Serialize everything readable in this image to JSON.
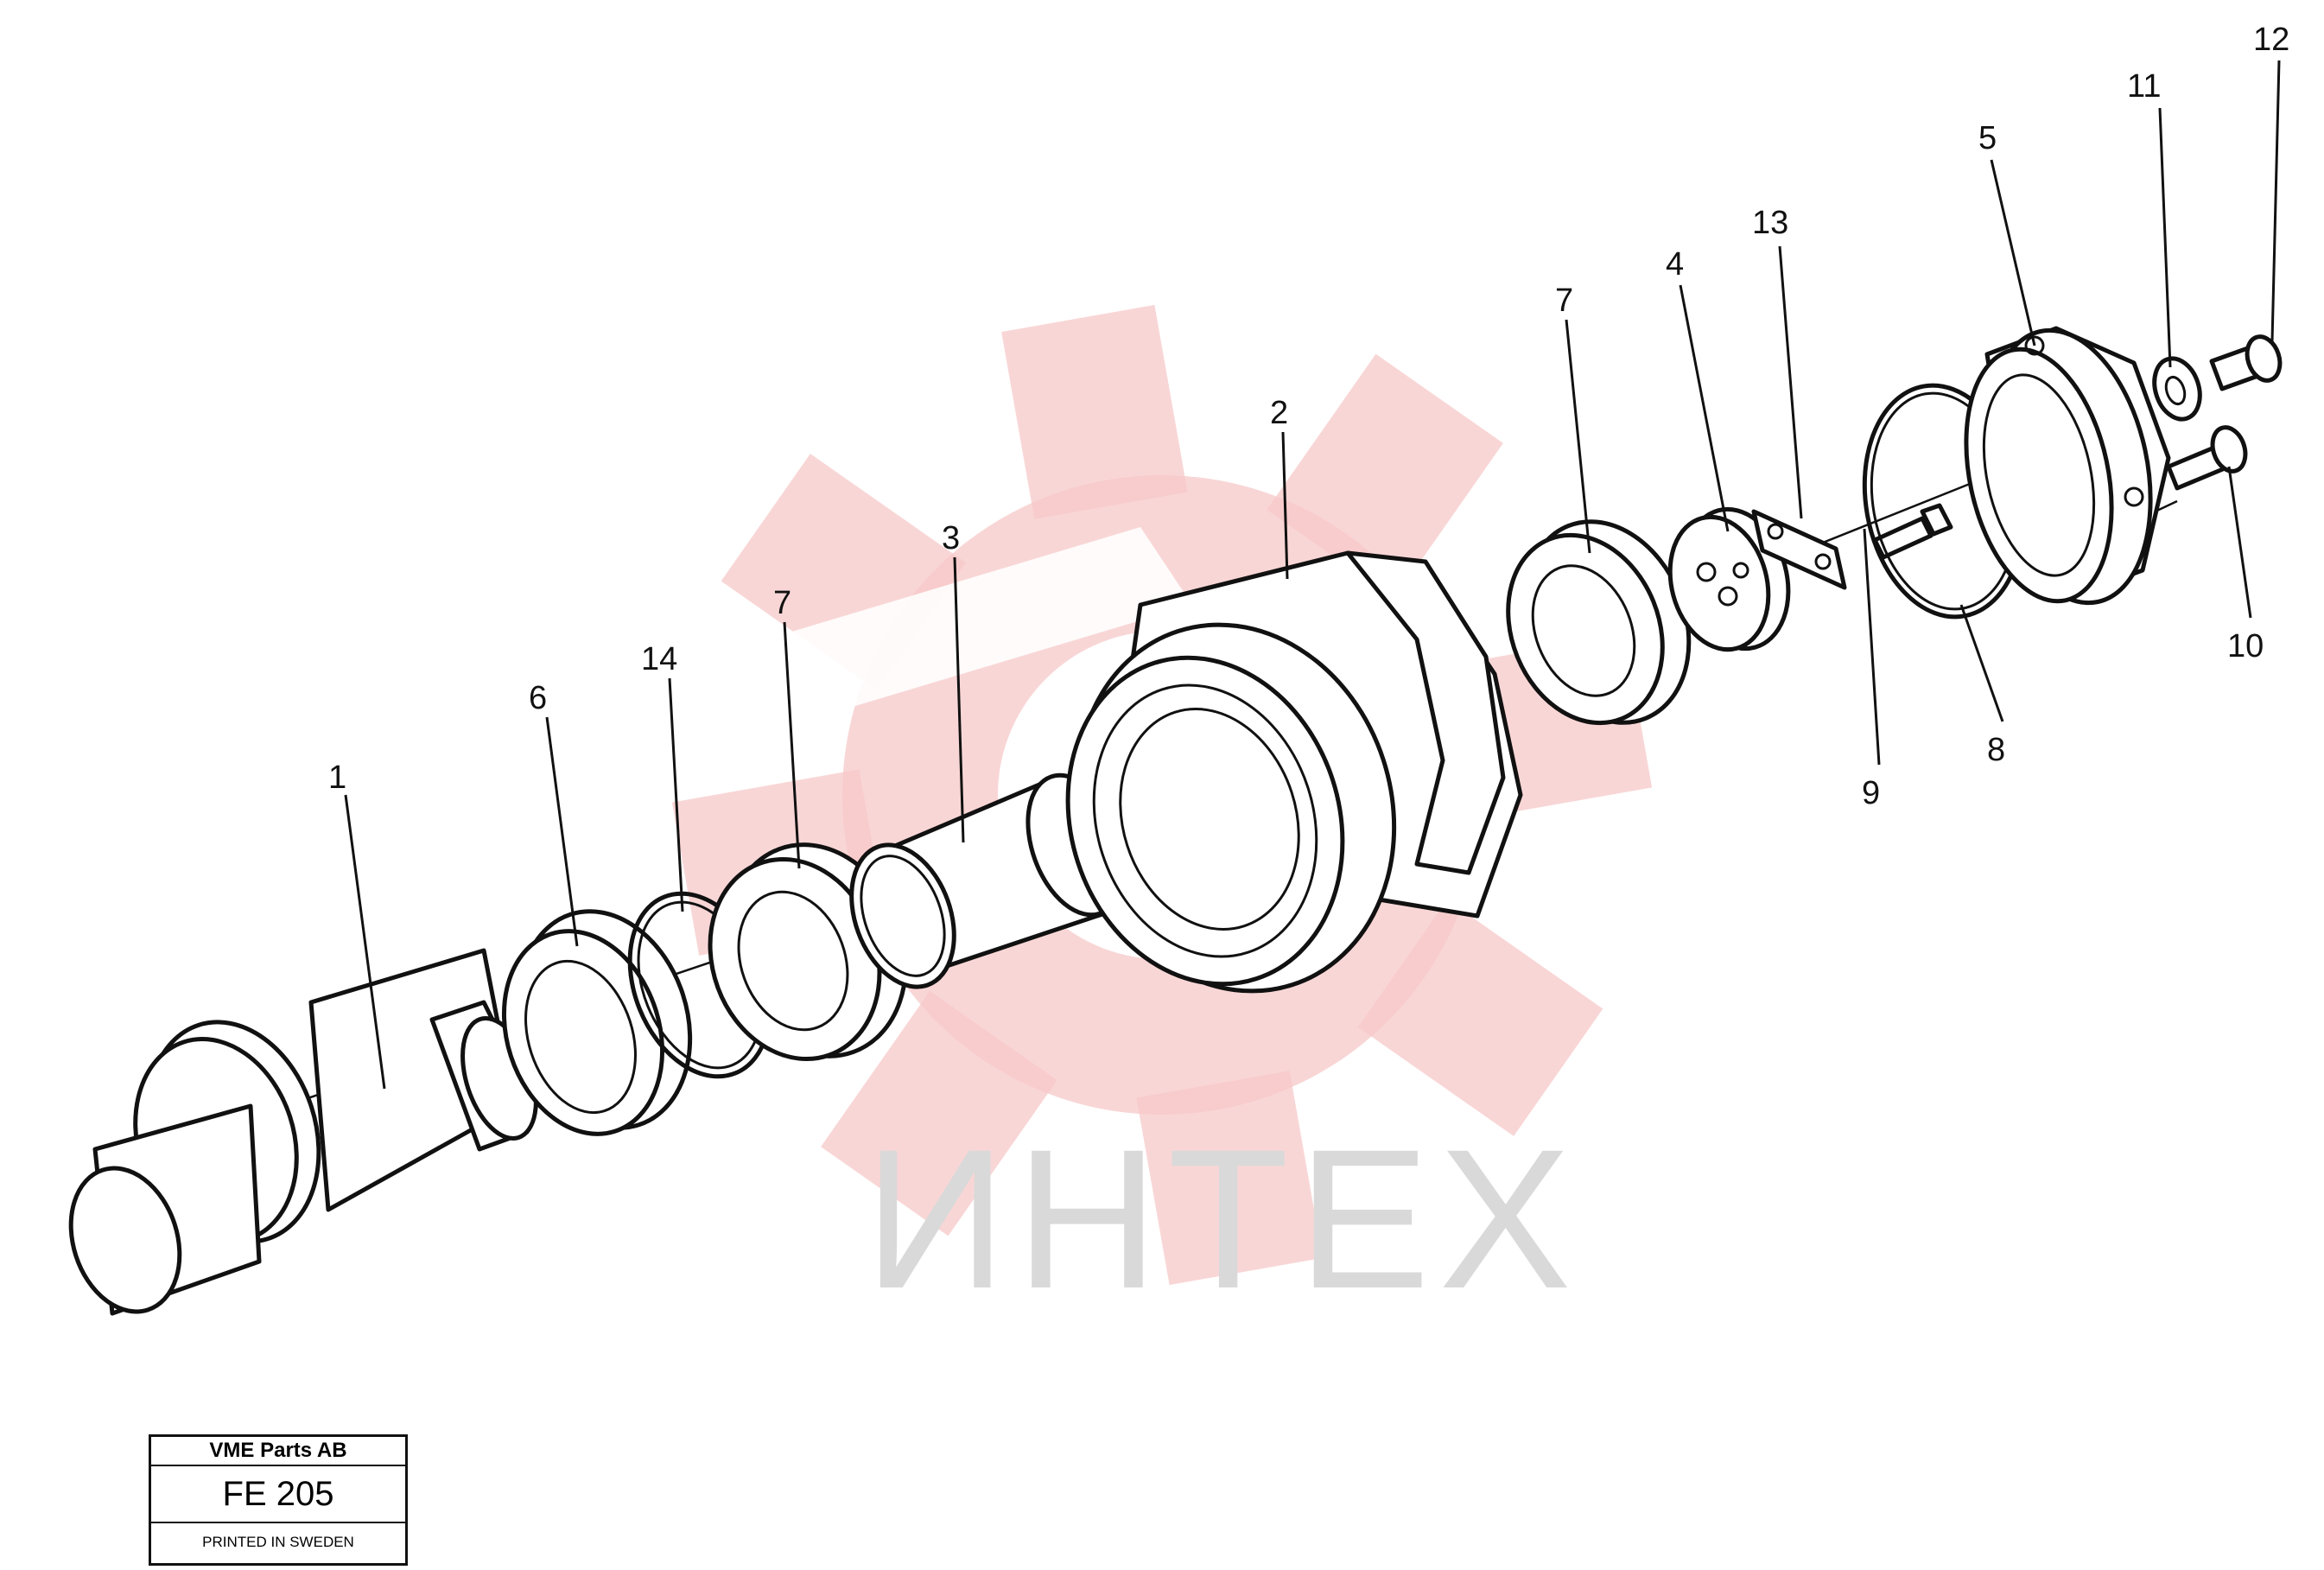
{
  "watermark": {
    "text": "ИНТЕХ",
    "gear_color": "#f7c8c8",
    "text_color": "#d9d9d9"
  },
  "callouts": {
    "c1": "1",
    "c2": "2",
    "c3": "3",
    "c4": "4",
    "c5": "5",
    "c6": "6",
    "c7a": "7",
    "c7b": "7",
    "c8": "8",
    "c9": "9",
    "c10": "10",
    "c11": "11",
    "c12": "12",
    "c13": "13",
    "c14": "14"
  },
  "title_block": {
    "company": "VME Parts AB",
    "code": "FE 205",
    "printed": "PRINTED IN SWEDEN"
  }
}
